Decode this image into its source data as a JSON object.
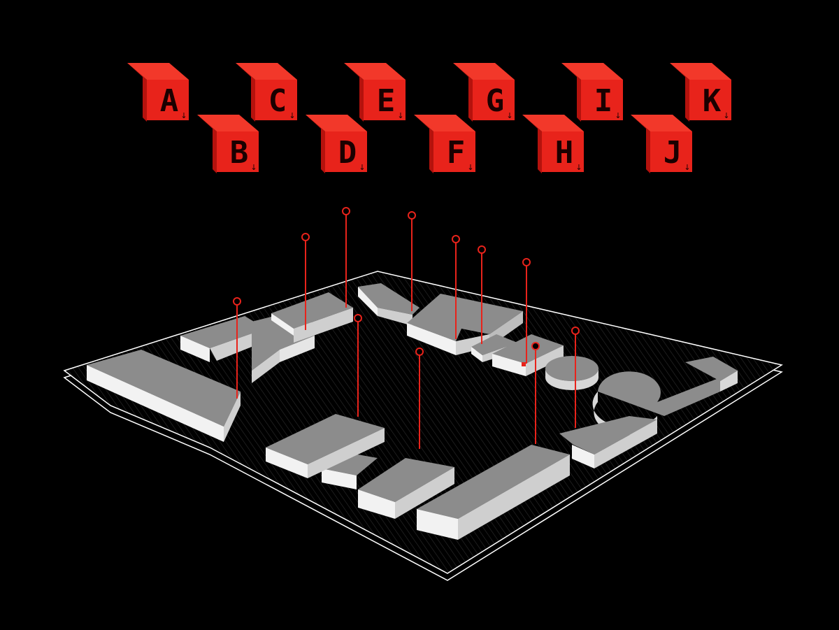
{
  "tags": [
    {
      "letter": "A",
      "arrow": "↓"
    },
    {
      "letter": "B",
      "arrow": "↓"
    },
    {
      "letter": "C",
      "arrow": "↓"
    },
    {
      "letter": "D",
      "arrow": "↓"
    },
    {
      "letter": "E",
      "arrow": "↓"
    },
    {
      "letter": "F",
      "arrow": "↓"
    },
    {
      "letter": "G",
      "arrow": "↓"
    },
    {
      "letter": "H",
      "arrow": "↓"
    },
    {
      "letter": "I",
      "arrow": "↓"
    },
    {
      "letter": "J",
      "arrow": "↓"
    },
    {
      "letter": "K",
      "arrow": "↓"
    }
  ],
  "colors": {
    "background": "#000000",
    "tag_front": "#e8231b",
    "tag_top": "#f2382a",
    "tag_side": "#b5120d",
    "tag_text": "#1a0000",
    "marker": "#e8231b",
    "building_top": "#8c8c8c",
    "building_left": "#f2f2f2",
    "building_right": "#cfcfcf",
    "ground_line": "#ffffff"
  }
}
